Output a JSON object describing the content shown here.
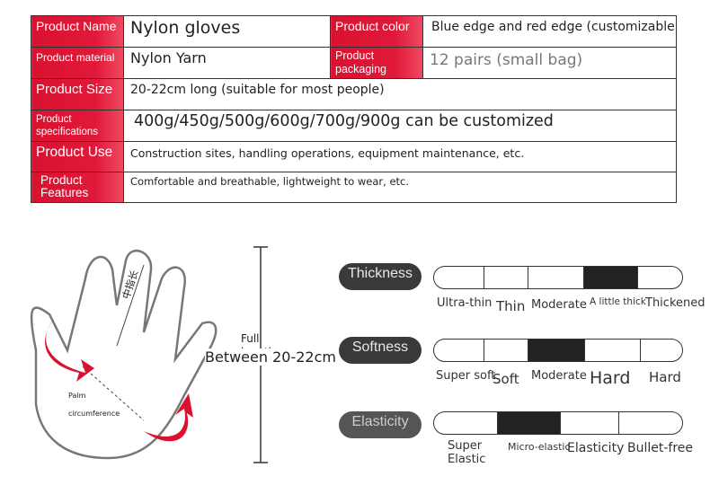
{
  "spec_table": {
    "rows": [
      {
        "label": "Product Name",
        "value": "Nylon gloves",
        "label2": "Product color",
        "value2": "Blue edge and red edge (customizable)"
      },
      {
        "label": "Product material",
        "value": "Nylon Yarn",
        "label2": "Product packaging",
        "value2": "12 pairs (small bag)"
      },
      {
        "label": "Product Size",
        "value": "20-22cm long (suitable for most people)"
      },
      {
        "label": "Product specifications",
        "value": "400g/450g/500g/600g/700g/900g can be customized"
      },
      {
        "label": "Product Use",
        "value": "Construction sites, handling operations, equipment maintenance, etc."
      },
      {
        "label": "Product Features",
        "value": "Comfortable and breathable, lightweight to wear, etc."
      }
    ]
  },
  "hand_diagram": {
    "middle_finger_label": "中指长",
    "palm_label": "Palm",
    "circumference_label": "circumference",
    "full_length_label_1": "Full",
    "full_length_label_2": "length",
    "between_label": "Between 20-22cm"
  },
  "scales": [
    {
      "name": "Thickness",
      "ticks": [
        "Ultra-thin",
        "Thin",
        "Moderate",
        "A little thick",
        "Thickened"
      ],
      "selected_index": 3
    },
    {
      "name": "Softness",
      "ticks": [
        "Super soft",
        "Soft",
        "Moderate",
        "Hard",
        "Hard"
      ],
      "selected_index": 2
    },
    {
      "name": "Elasticity",
      "ticks": [
        "Super Elastic",
        "Micro-elastic",
        "Elasticity",
        "Bullet-free"
      ],
      "selected_index": 1
    }
  ],
  "colors": {
    "label_red": "#d8122f",
    "pill_dark": "#3a3a3a",
    "arrow_red": "#d8122f"
  }
}
